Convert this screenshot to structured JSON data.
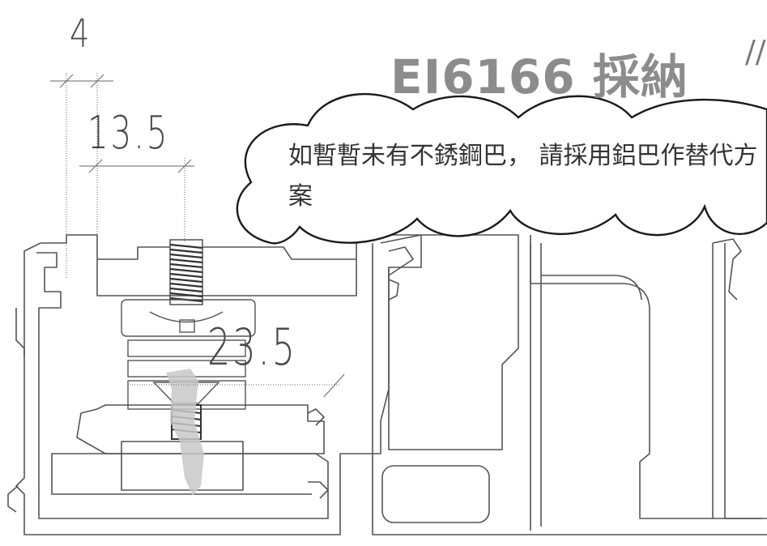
{
  "dimensions": {
    "d1": "4",
    "d2": "13.5",
    "d3": "23.5"
  },
  "title": "EI6166 採納",
  "corner_mark": "//",
  "note": {
    "text": "如暫暫未有不銹鋼巴， 請採用鋁巴作替代方案"
  }
}
